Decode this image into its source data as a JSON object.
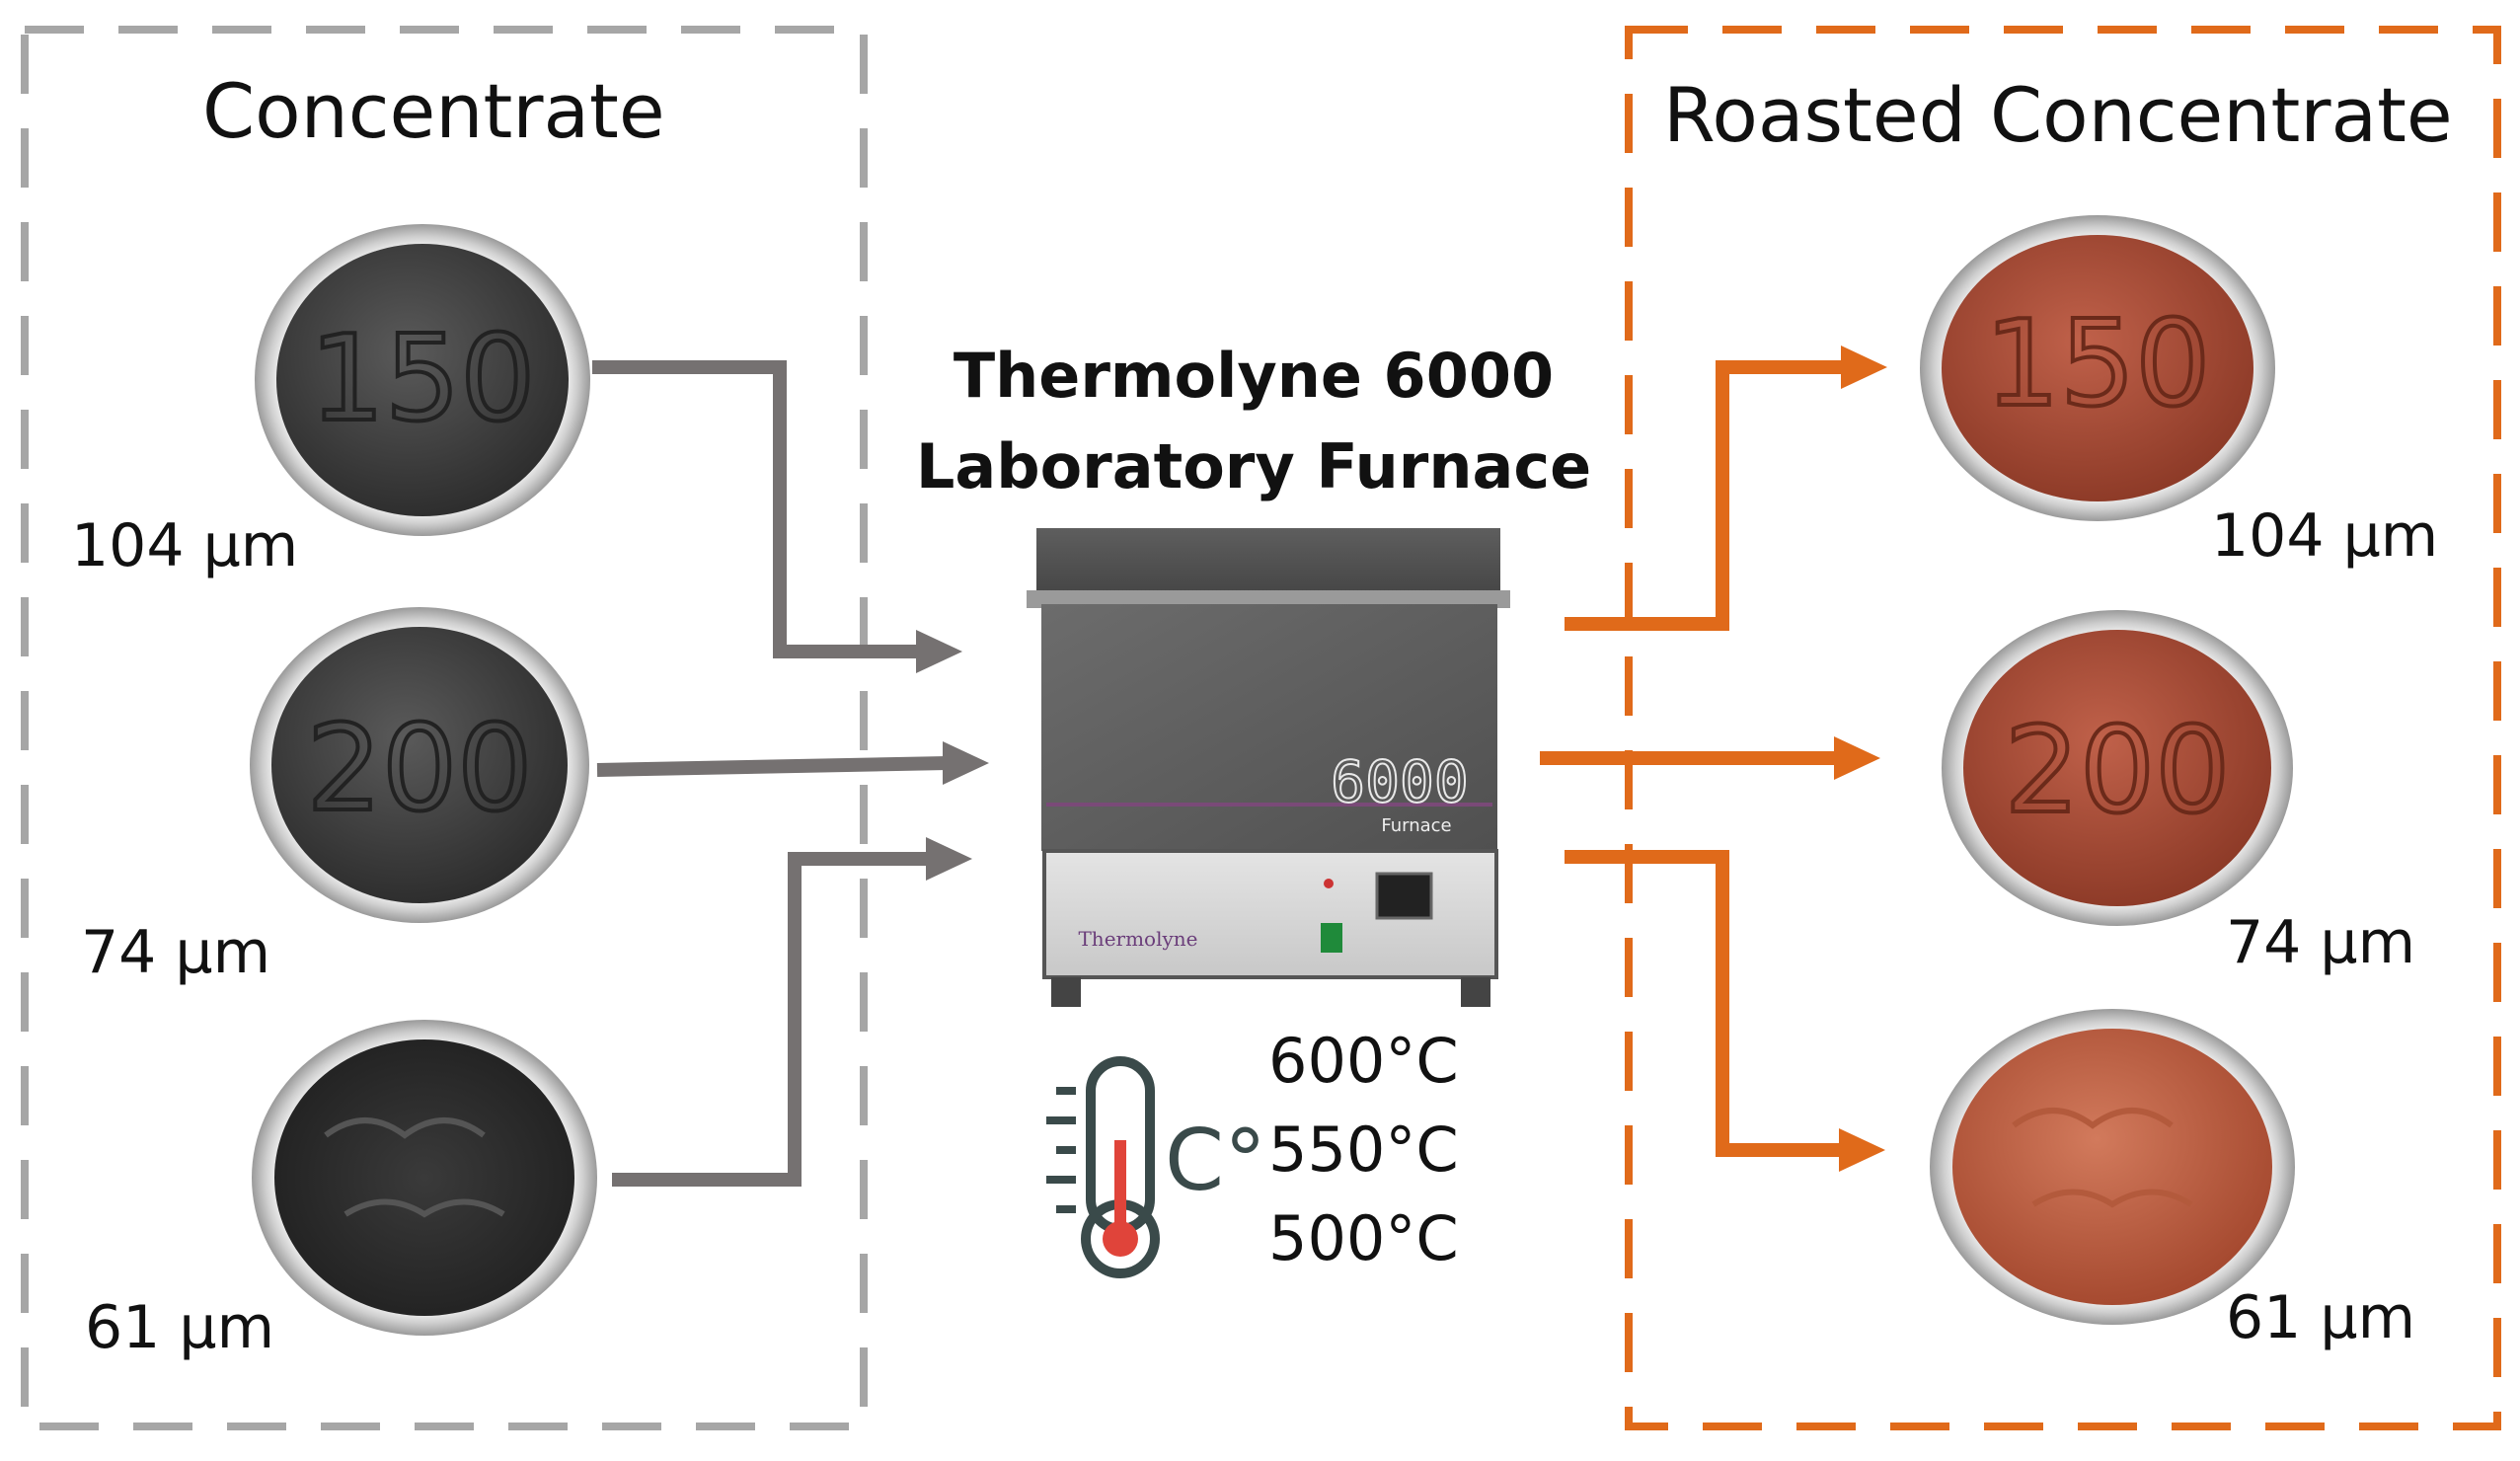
{
  "left_panel": {
    "title": "Concentrate",
    "samples": [
      {
        "label": "150",
        "size": "104 µm"
      },
      {
        "label": "200",
        "size": "74 µm"
      },
      {
        "label": "",
        "size": "61 µm"
      }
    ]
  },
  "right_panel": {
    "title": "Roasted Concentrate",
    "samples": [
      {
        "label": "150",
        "size": "104 µm"
      },
      {
        "label": "200",
        "size": "74 µm"
      },
      {
        "label": "",
        "size": "61 µm"
      }
    ]
  },
  "furnace": {
    "title_line1": "Thermolyne 6000",
    "title_line2": "Laboratory Furnace",
    "model_badge": "6000",
    "badge_text": "Furnace",
    "brand": "Thermolyne"
  },
  "thermometer": {
    "unit": "C°",
    "temperatures": [
      "600°C",
      "550°C",
      "500°C"
    ]
  },
  "colors": {
    "concentrate": "#3d3d3d",
    "roasted": "#b5533a",
    "left_border": "#a6a6a6",
    "right_border": "#e06a1a",
    "left_arrow": "#757171",
    "right_arrow": "#e06a1a"
  }
}
